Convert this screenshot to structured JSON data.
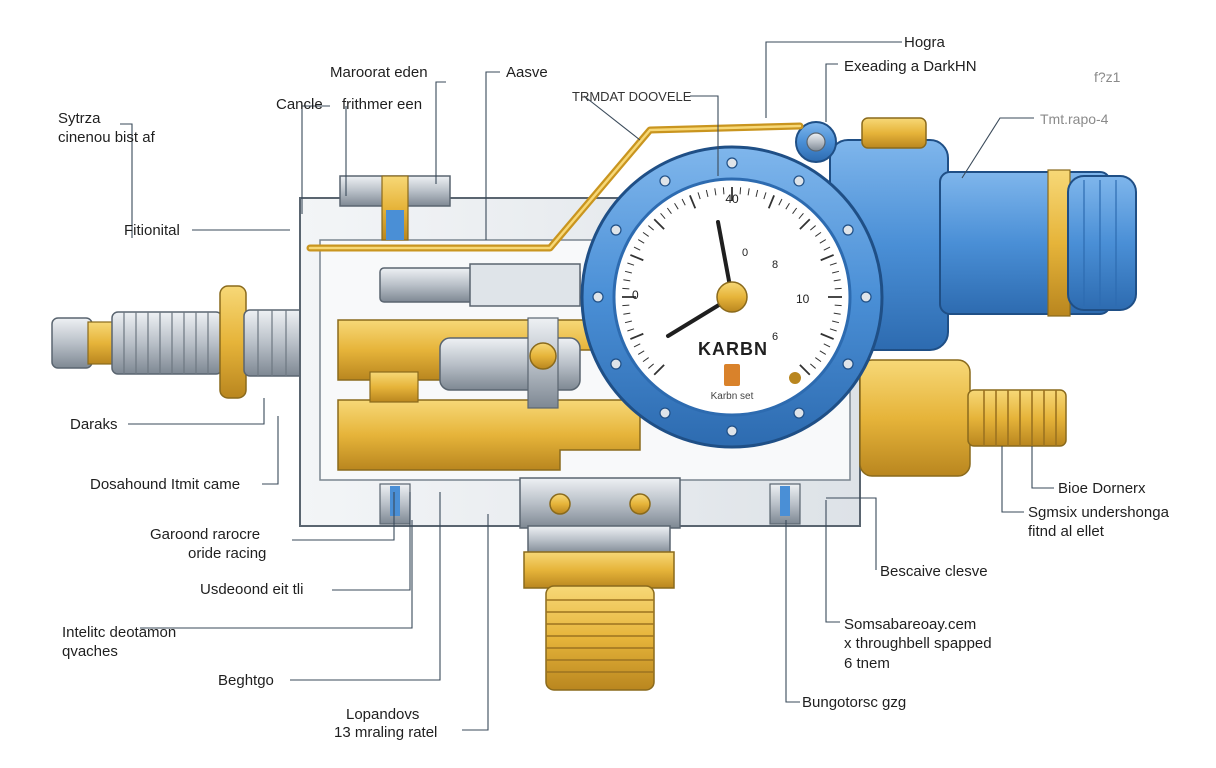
{
  "colors": {
    "body_blue": "#4a8fd6",
    "body_blue_dark": "#2d6bb0",
    "brass": "#e6b43a",
    "brass_dark": "#b9861f",
    "steel": "#c9cfd6",
    "outline": "#5a6570",
    "leader": "#3a4a5a"
  },
  "gauge": {
    "brand": "KARBN",
    "top_mark": "40",
    "scale_labels": [
      "0",
      "10",
      "6",
      "8",
      "0"
    ],
    "bottom_text": "Karbn set"
  },
  "labels": {
    "top_left_1": "Maroorat eden",
    "top_left_2": "Cancle",
    "top_left_3": "frithmer een",
    "top_mid": "Aasve",
    "inset": "TRMDAT DOOVELE",
    "top_right_1": "Hogra",
    "top_right_2": "Exeading a DarkHN",
    "corner": "f?z1",
    "right_top": "Tmt.rapo-4",
    "left_1a": "Sytrza",
    "left_1b": "cinenou bist af",
    "left_2": "Fitionital",
    "left_3": "Daraks",
    "left_4": "Dosahound Itmit came",
    "left_5a": "Garoond rarocre",
    "left_5b": "oride racing",
    "left_6": "Usdeoond eit tli",
    "left_7a": "Intelitc deotamon",
    "left_7b": "qvaches",
    "bottom_1": "Beghtgo",
    "bottom_2a": "Lopandovs",
    "bottom_2b": "13 mraling ratel",
    "right_1": "Bioe Dornerx",
    "right_2a": "Sgmsix undershonga",
    "right_2b": "fitnd al ellet",
    "right_3": "Bescaive clesve",
    "right_4a": "Somsabareoay.cem",
    "right_4b": "x throughbell spapped",
    "right_4c": "6 tnem",
    "right_5": "Bungotorsc gzg"
  }
}
